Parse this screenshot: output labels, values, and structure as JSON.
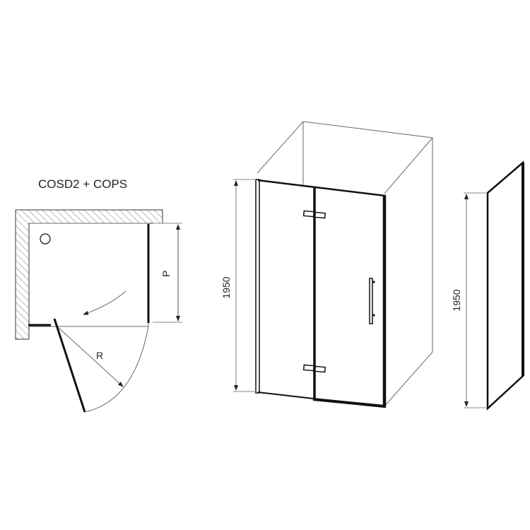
{
  "plan_view": {
    "title": "COSD2 + COPS",
    "depth_label": "P",
    "radius_label": "R"
  },
  "door_view": {
    "height_label": "1950"
  },
  "side_panel_view": {
    "height_label": "1950"
  },
  "colors": {
    "line": "#111111",
    "thin_line": "#6a6a6a",
    "dimension_line": "#8a8a8a",
    "background": "#ffffff"
  }
}
